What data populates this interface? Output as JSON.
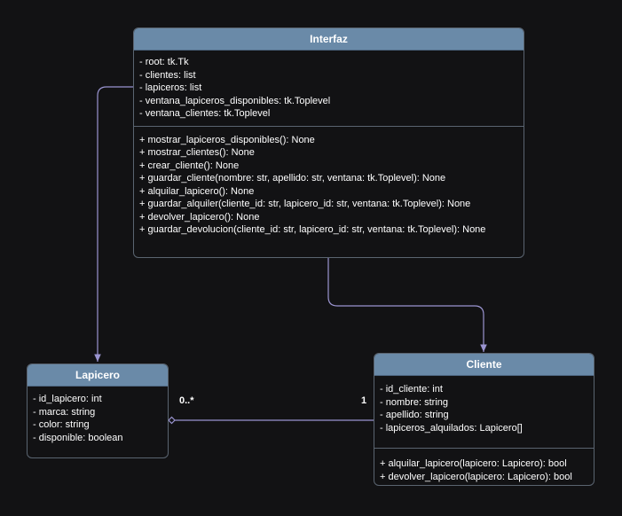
{
  "classes": {
    "interfaz": {
      "name": "Interfaz",
      "attributes": [
        "- root: tk.Tk",
        "- clientes: list",
        "- lapiceros: list",
        "- ventana_lapiceros_disponibles: tk.Toplevel",
        "- ventana_clientes: tk.Toplevel"
      ],
      "methods": [
        "+ mostrar_lapiceros_disponibles(): None",
        "+ mostrar_clientes(): None",
        "+ crear_cliente(): None",
        "+ guardar_cliente(nombre: str, apellido: str, ventana: tk.Toplevel): None",
        "+ alquilar_lapicero(): None",
        "+ guardar_alquiler(cliente_id: str, lapicero_id: str, ventana: tk.Toplevel): None",
        "+ devolver_lapicero(): None",
        "+ guardar_devolucion(cliente_id: str, lapicero_id: str, ventana: tk.Toplevel): None"
      ]
    },
    "lapicero": {
      "name": "Lapicero",
      "attributes": [
        "- id_lapicero: int",
        "- marca: string",
        "- color: string",
        "- disponible: boolean"
      ]
    },
    "cliente": {
      "name": "Cliente",
      "attributes": [
        "- id_cliente: int",
        "- nombre: string",
        "- apellido: string",
        "- lapiceros_alquilados: Lapicero[]"
      ],
      "methods": [
        "+ alquilar_lapicero(lapicero: Lapicero): bool",
        "+ devolver_lapicero(lapicero: Lapicero): bool"
      ]
    }
  },
  "association": {
    "lapicero_multiplicity": "0..*",
    "cliente_multiplicity": "1"
  },
  "colors": {
    "header": "#6a8aa8",
    "connector": "#9a94d0",
    "background": "#121214"
  }
}
